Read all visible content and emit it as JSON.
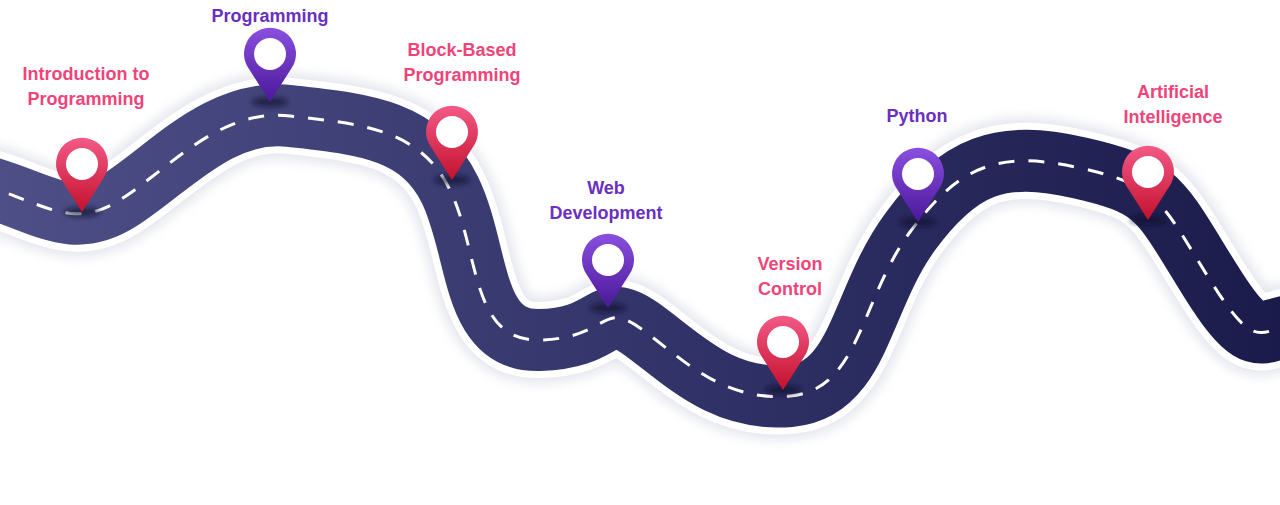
{
  "diagram": {
    "labels": [
      "Introduction to Programming",
      "Programming",
      "Block-Based Programming",
      "Web Development",
      "Version Control",
      "Python",
      "Artificial Intelligence"
    ]
  }
}
